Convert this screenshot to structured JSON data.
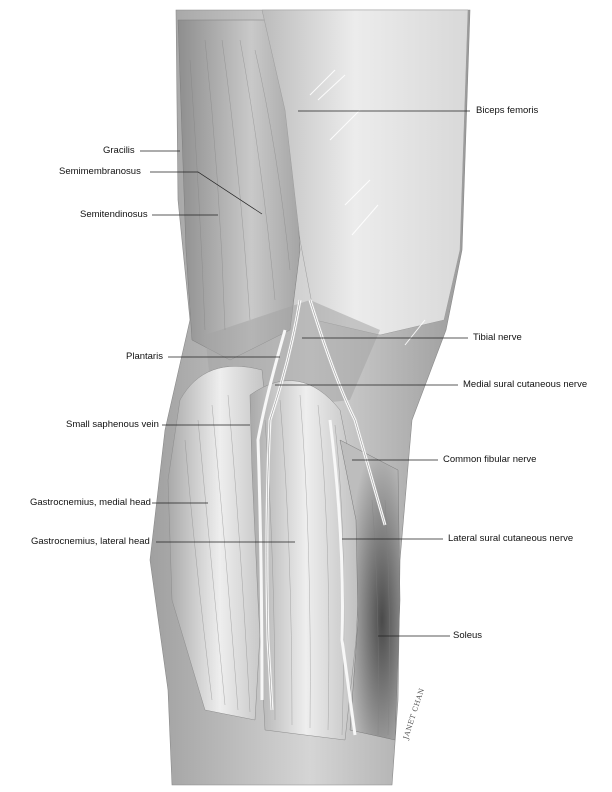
{
  "labels": {
    "biceps_femoris": "Biceps femoris",
    "gracilis": "Gracilis",
    "semimembranosus": "Semimembranosus",
    "semitendinosus": "Semitendinosus",
    "tibial_nerve": "Tibial nerve",
    "plantaris": "Plantaris",
    "medial_sural_cutaneous_nerve": "Medial sural cutaneous nerve",
    "small_saphenous_vein": "Small saphenous vein",
    "common_fibular_nerve": "Common fibular nerve",
    "gastrocnemius_medial_head": "Gastrocnemius, medial head",
    "gastrocnemius_lateral_head": "Gastrocnemius, lateral head",
    "lateral_sural_cutaneous_nerve": "Lateral sural cutaneous nerve",
    "soleus": "Soleus"
  },
  "signature": "JANET CHAN",
  "colors": {
    "label_text": "#111111",
    "leader_line": "#222222",
    "shading_dark": "#6b6b6b",
    "shading_light": "#e8e8e8"
  }
}
